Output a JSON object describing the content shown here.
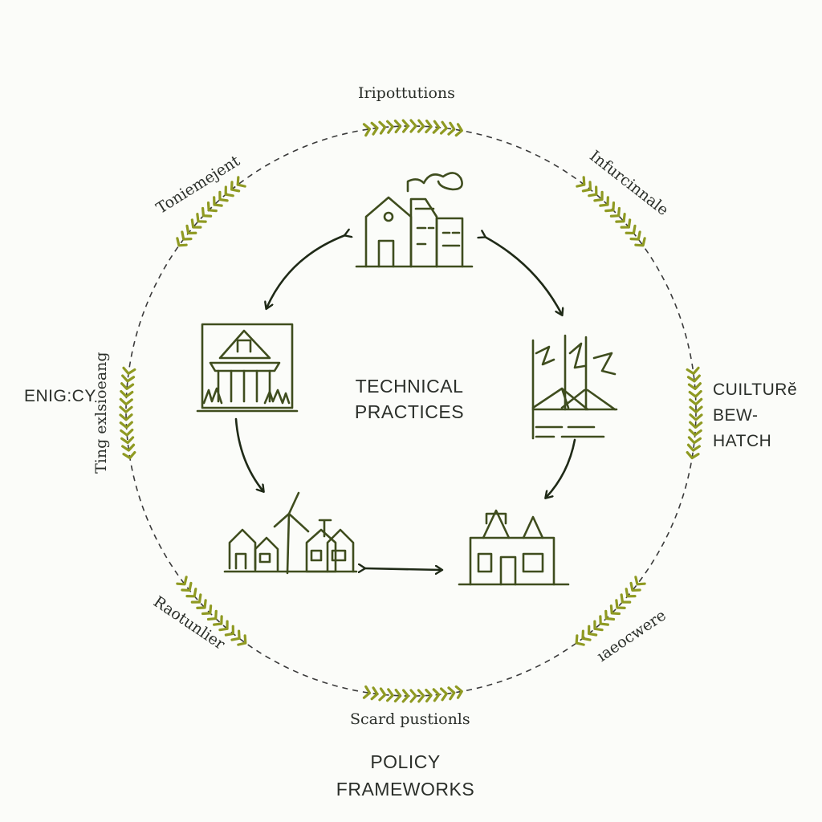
{
  "center": {
    "line1": "TECHNICAL",
    "line2": "PRACTICES"
  },
  "ring_labels": {
    "top": "Iripottutions",
    "top_left": "Toniemejent",
    "top_right": "Infurcinnale",
    "left_title": "ENIG:CY",
    "left_vertical": "Ting exlsioeang",
    "right_line1": "CUILTURĕ",
    "right_line2": "BEW-",
    "right_line3": "HATCH",
    "bottom_left": "Raotunlier",
    "bottom_right": "ıaeocwere",
    "bottom": "Scard pustionls"
  },
  "footer": {
    "line1": "POLICY",
    "line2": "FRAMEWORKS"
  },
  "colors": {
    "ink": "#3f4d1e",
    "chevron": "#8f9a22",
    "arrow": "#1f2a17",
    "text": "#2b2f2a",
    "ring": "#3a3a3a"
  },
  "icons": [
    "factory-icon",
    "framed-pavilion-icon",
    "power-lines-icon",
    "village-windmill-icon",
    "townhall-icon"
  ]
}
